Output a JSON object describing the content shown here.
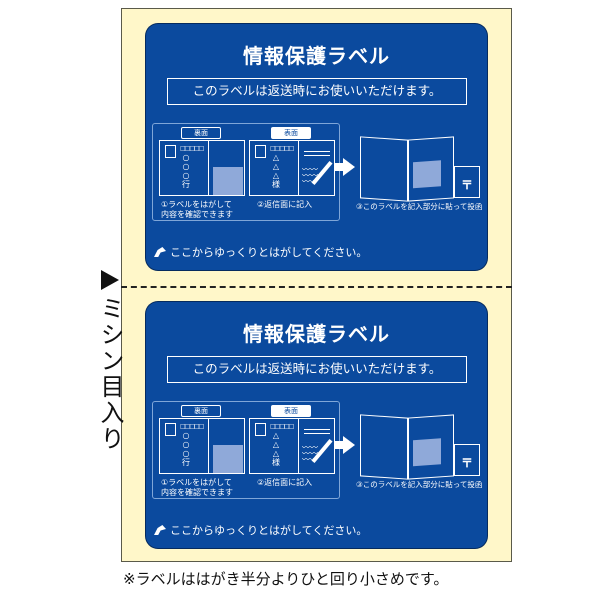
{
  "side_label": {
    "arrow": "▶",
    "text": "ミシン目入り"
  },
  "colors": {
    "card_blue": "#0b4a9e",
    "sheet_yellow": "#fff7c9",
    "peel_gray": "#8fa9d9"
  },
  "cards": [
    {
      "title": "情報保護ラベル",
      "subtitle": "このラベルは返送時にお使いいただけます。",
      "steps": {
        "badge_back": "裏面",
        "badge_front": "表面",
        "card1": {
          "dots": "□□□□□",
          "col": "○\n○\n○\n行"
        },
        "card2": {
          "dots": "□□□□□",
          "col": "△\n△\n△\n様",
          "waves": "〰〰\n〰〰\n〰〰"
        },
        "step1": "①ラベルをはがして\n内容を確認できます",
        "step2": "②返信面に記入",
        "step3": "③このラベルを記入部分に貼って投函",
        "post_symbol": "〒"
      },
      "peel_note": "ここからゆっくりとはがしてください。"
    },
    {
      "title": "情報保護ラベル",
      "subtitle": "このラベルは返送時にお使いいただけます。",
      "steps": {
        "badge_back": "裏面",
        "badge_front": "表面",
        "card1": {
          "dots": "□□□□□",
          "col": "○\n○\n○\n行"
        },
        "card2": {
          "dots": "□□□□□",
          "col": "△\n△\n△\n様",
          "waves": "〰〰\n〰〰\n〰〰"
        },
        "step1": "①ラベルをはがして\n内容を確認できます",
        "step2": "②返信面に記入",
        "step3": "③このラベルを記入部分に貼って投函",
        "post_symbol": "〒"
      },
      "peel_note": "ここからゆっくりとはがしてください。"
    }
  ],
  "footnote": "※ラベルははがき半分よりひと回り小さめです。"
}
